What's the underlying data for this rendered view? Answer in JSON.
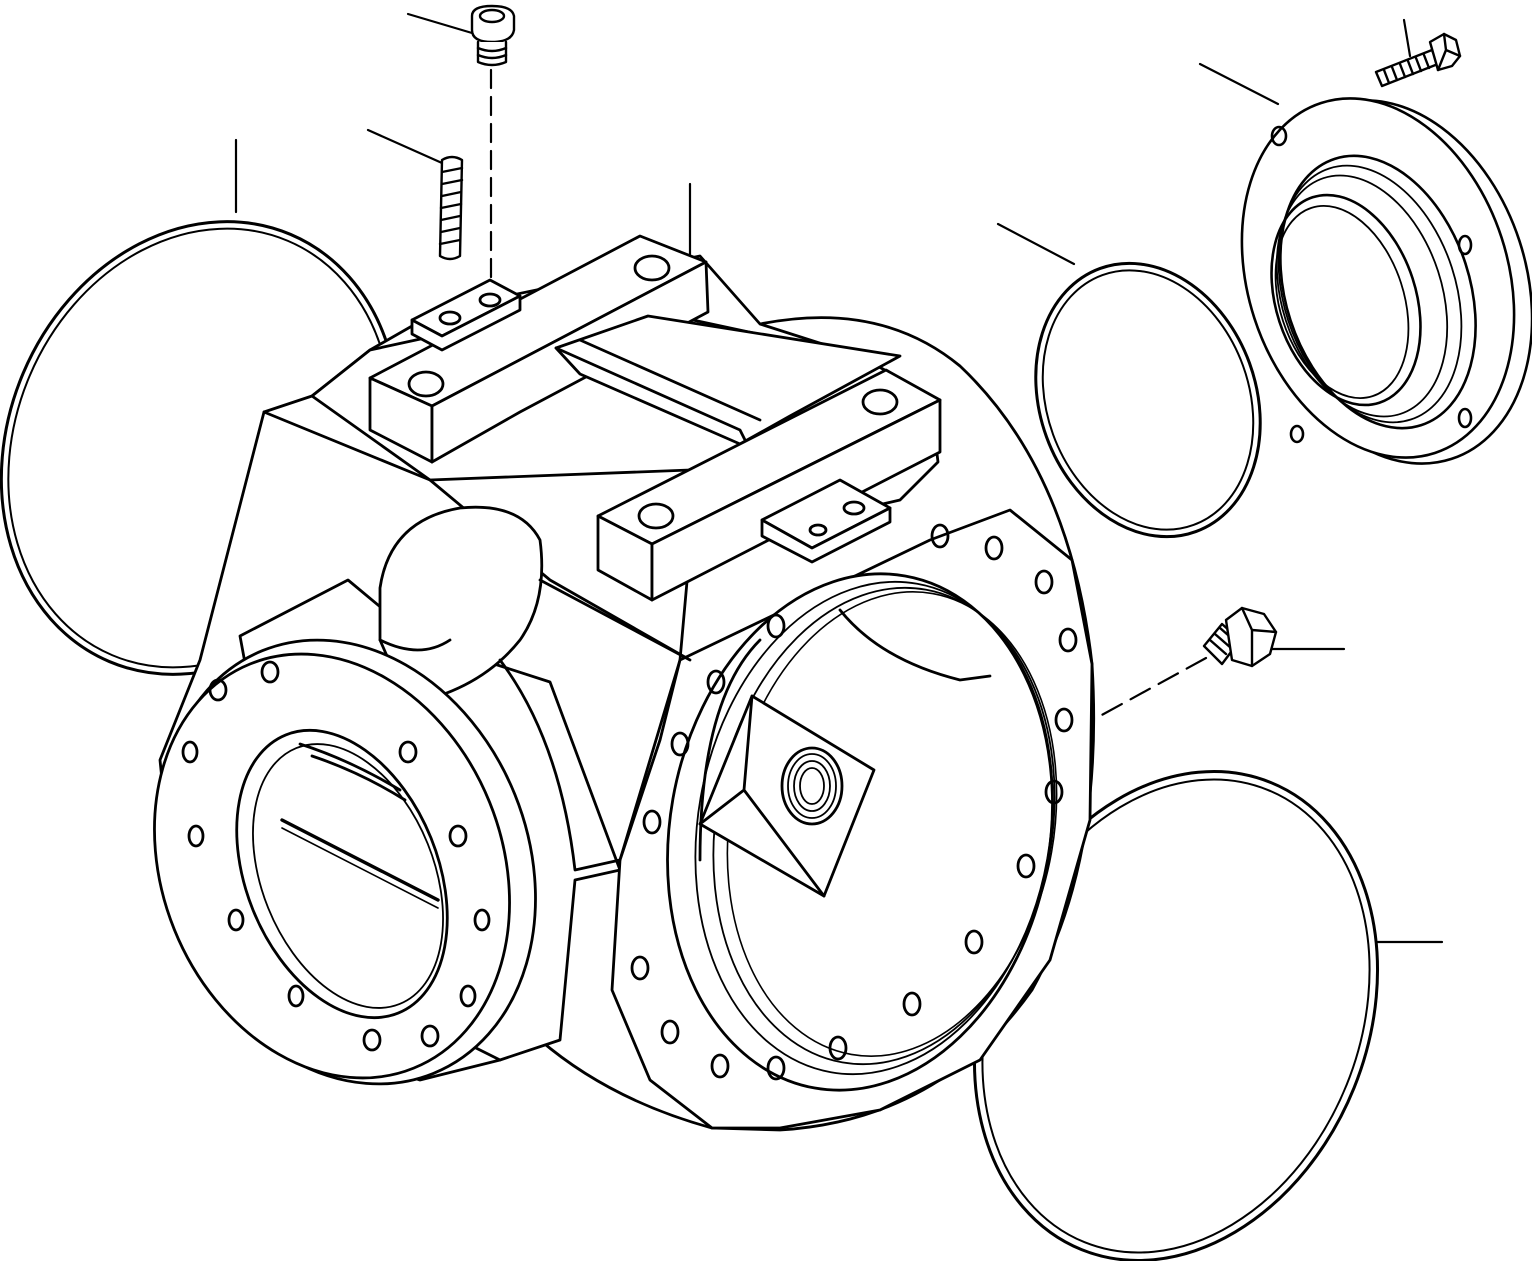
{
  "diagram": {
    "type": "exploded-parts-drawing",
    "colors": {
      "ink": "#000000",
      "paper": "#ffffff"
    },
    "parts": [
      {
        "id": "housing",
        "icon": "axle-housing-icon"
      },
      {
        "id": "o-ring-left",
        "icon": "o-ring-icon"
      },
      {
        "id": "o-ring-right-small",
        "icon": "o-ring-icon"
      },
      {
        "id": "o-ring-right-large",
        "icon": "o-ring-icon"
      },
      {
        "id": "retainer-cover",
        "icon": "retainer-flange-icon"
      },
      {
        "id": "top-plug",
        "icon": "plug-icon"
      },
      {
        "id": "dowel-pin",
        "icon": "pin-icon"
      },
      {
        "id": "cover-bolt",
        "icon": "bolt-icon"
      },
      {
        "id": "breather-plug",
        "icon": "hex-plug-icon"
      }
    ],
    "callout_count": 9
  }
}
